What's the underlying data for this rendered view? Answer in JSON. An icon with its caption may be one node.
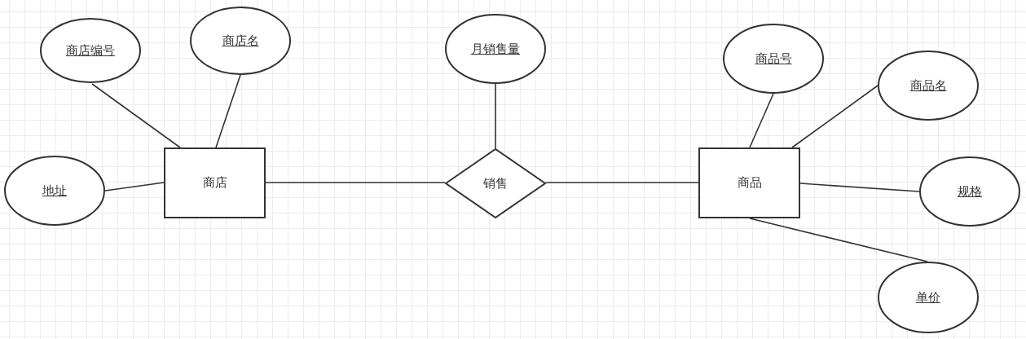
{
  "diagram": {
    "nodes": [
      {
        "text": [
          "商店编号"
        ]
      },
      {
        "text": [
          "商店名"
        ]
      },
      {
        "text": [
          "月销售量"
        ]
      },
      {
        "text": [
          "商品号"
        ]
      },
      {
        "text": [
          "商品名"
        ]
      },
      {
        "text": [
          "地址"
        ]
      },
      {
        "text": [
          "商店"
        ]
      },
      {
        "text": [
          "销售"
        ]
      },
      {
        "text": [
          "商品"
        ]
      },
      {
        "text": [
          "规格"
        ]
      },
      {
        "text": [
          "单价"
        ]
      }
    ],
    "edges": [
      {
        "from": 0,
        "to": 6,
        "arrow": "none"
      },
      {
        "from": 1,
        "to": 6,
        "arrow": "none"
      },
      {
        "from": 5,
        "to": 6,
        "arrow": "none"
      },
      {
        "from": 6,
        "to": 7,
        "arrow": "none"
      },
      {
        "from": 2,
        "to": 7,
        "arrow": "none"
      },
      {
        "from": 7,
        "to": 8,
        "arrow": "none"
      },
      {
        "from": 3,
        "to": 8,
        "arrow": "none"
      },
      {
        "from": 4,
        "to": 8,
        "arrow": "none"
      },
      {
        "from": 9,
        "to": 8,
        "arrow": "none"
      },
      {
        "from": 10,
        "to": 8,
        "arrow": "none"
      }
    ]
  }
}
